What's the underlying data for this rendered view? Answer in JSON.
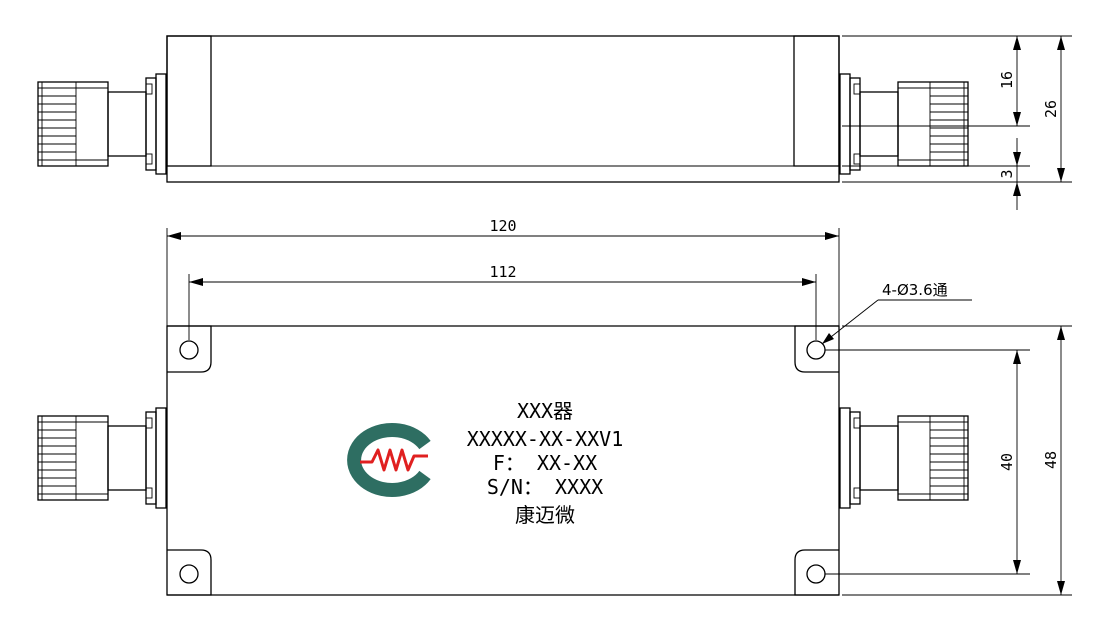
{
  "dimensions": {
    "thread_16": "16",
    "height_26": "26",
    "offset_3": "3",
    "length_120": "120",
    "hole_spacing_112": "112",
    "hole_spacing_40": "40",
    "width_48": "48"
  },
  "hole_note": "4-Ø3.6通",
  "label": {
    "line1": "XXX器",
    "line2": "XXXXX-XX-XXV1",
    "line3": "F： XX-XX",
    "line4": "S/N： XXXX",
    "line5": "康迈微"
  },
  "colors": {
    "line": "#000000",
    "logo_green": "#2e6e62",
    "logo_red": "#e02020"
  },
  "icons": {
    "logo": "cmw-logo-icon",
    "connector": "n-type-connector-icon",
    "mount_hole": "mounting-hole-icon"
  }
}
